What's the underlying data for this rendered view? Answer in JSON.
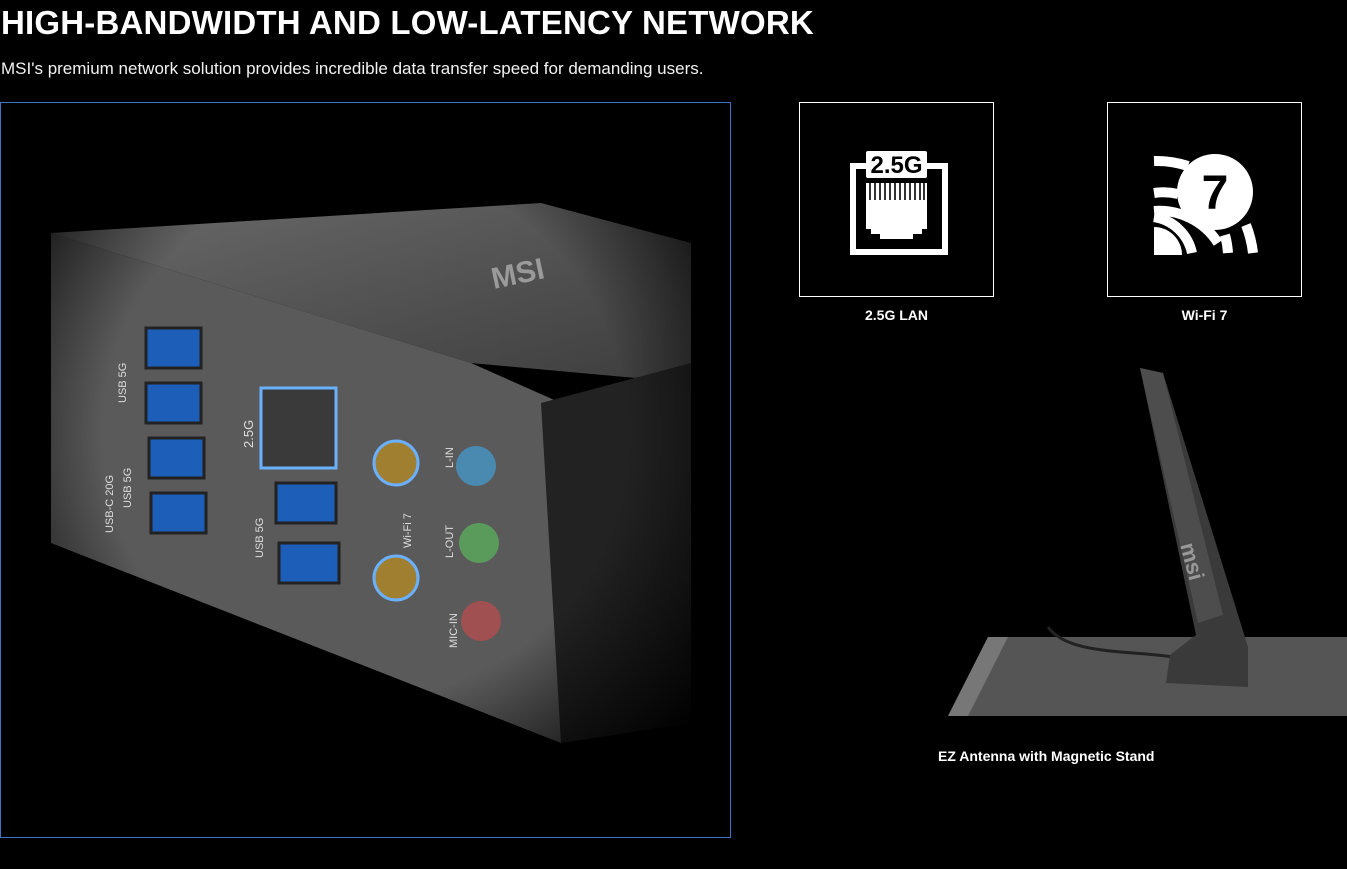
{
  "header": {
    "title": "HIGH-BANDWIDTH AND LOW-LATENCY NETWORK",
    "subtitle": "MSI's premium network solution provides incredible data transfer speed for demanding users."
  },
  "photo": {
    "port_labels": {
      "usb5g": "USB 5G",
      "usbc": "USB-C 20G",
      "lan": "2.5G",
      "wifi": "Wi-Fi 7",
      "lin": "L-IN",
      "lout": "L-OUT",
      "micin": "MIC-IN",
      "brand": "MSI"
    }
  },
  "features": [
    {
      "label": "2.5G LAN",
      "icon": "ethernet-port-icon",
      "badge": "2.5G"
    },
    {
      "label": "Wi-Fi 7",
      "icon": "wifi-7-icon",
      "badge": "7"
    }
  ],
  "antenna": {
    "caption": "EZ Antenna with Magnetic Stand",
    "brand": "msi"
  },
  "colors": {
    "frame_border": "#3f73c9",
    "background": "#000000"
  }
}
